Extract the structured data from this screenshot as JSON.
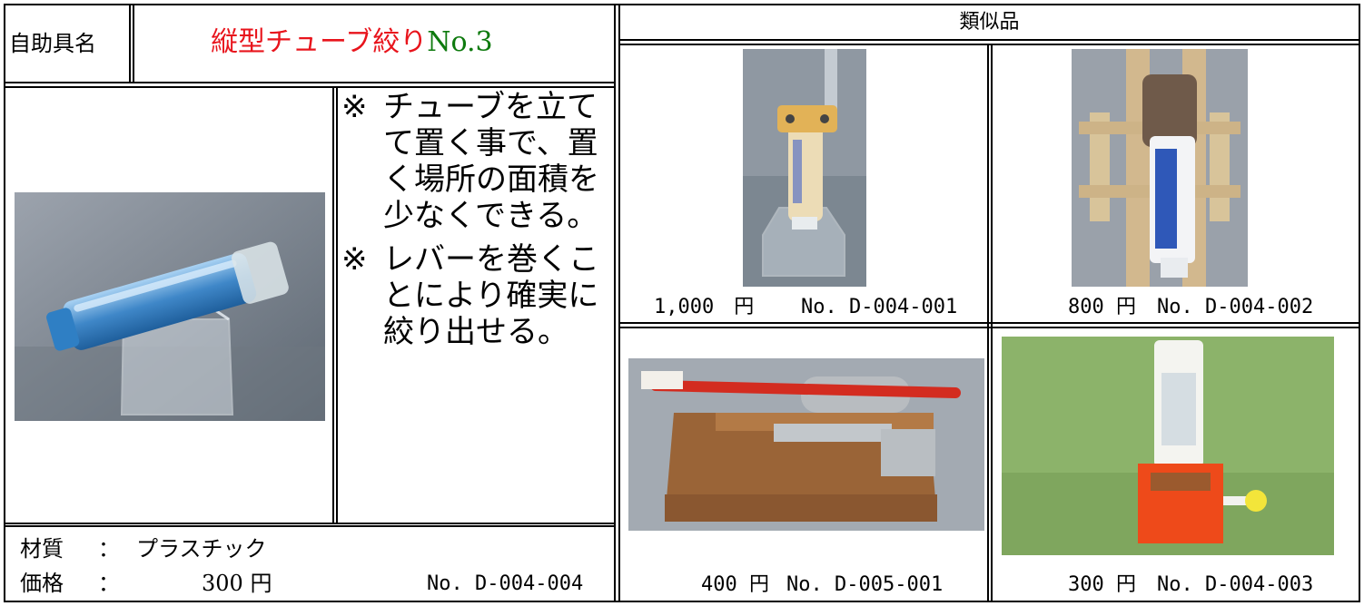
{
  "header": {
    "label": "自助具名",
    "title_main": "縦型チューブ絞り",
    "title_num": "No.3",
    "similar_heading": "類似品"
  },
  "main_product": {
    "notes": [
      {
        "mark": "※",
        "text": "チューブを立てて置く事で、置く場所の面積を少なくできる。"
      },
      {
        "mark": "※",
        "text": "レバーを巻くことにより確実に絞り出せる。"
      }
    ],
    "material_label": "材質",
    "material_sep": "：",
    "material_value": "プラスチック",
    "price_label": "価格",
    "price_sep": "：",
    "price_value": "300 円",
    "code": "No. D-004-004"
  },
  "similar_items": [
    {
      "price": "1,000　円",
      "code": "No. D-004-001"
    },
    {
      "price": "800 円",
      "code": "No. D-004-002"
    },
    {
      "price": "400 円",
      "code": "No. D-005-001"
    },
    {
      "price": "300 円",
      "code": "No. D-004-003"
    }
  ],
  "colors": {
    "title_red": "#e8141c",
    "title_green": "#0e7a0e"
  }
}
